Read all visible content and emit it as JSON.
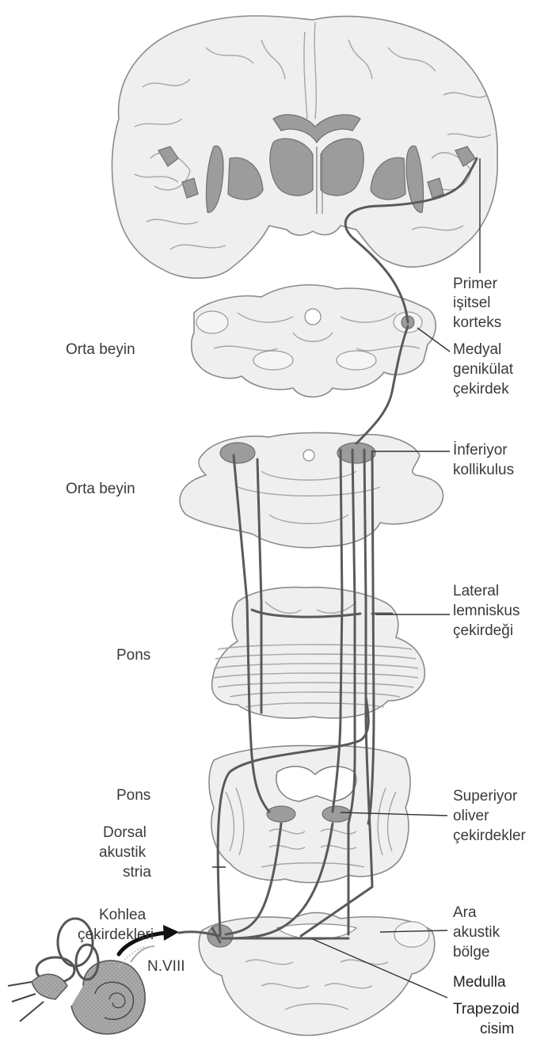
{
  "labels": {
    "primary_cortex": [
      "Primer",
      "işitsel",
      "korteks"
    ],
    "mgn": [
      "Medyal",
      "genikülat",
      "çekirdek"
    ],
    "inferior_colliculus": [
      "İnferiyor",
      "kollikulus"
    ],
    "lateral_lemniscus": [
      "Lateral",
      "lemniskus",
      "çekirdeği"
    ],
    "superior_olive": [
      "Superiyor",
      "oliver",
      "çekirdekler"
    ],
    "intermediate_stria": [
      "Ara",
      "akustik",
      "bölge"
    ],
    "medulla": "Medulla",
    "trapezoid": [
      "Trapezoid",
      "cisim"
    ],
    "midbrain_1": "Orta beyin",
    "midbrain_2": "Orta beyin",
    "pons_1": "Pons",
    "pons_2": "Pons",
    "dorsal_stria": [
      "Dorsal",
      "akustik",
      "stria"
    ],
    "cochlear_nuclei": [
      "Kohlea",
      "çekirdekleri"
    ],
    "nerve": "N.VIII"
  },
  "colors": {
    "tissue": "#efefef",
    "pathway": "#5a5a5a",
    "shading": "#9c9c9c",
    "text": "#3a3a3a"
  }
}
